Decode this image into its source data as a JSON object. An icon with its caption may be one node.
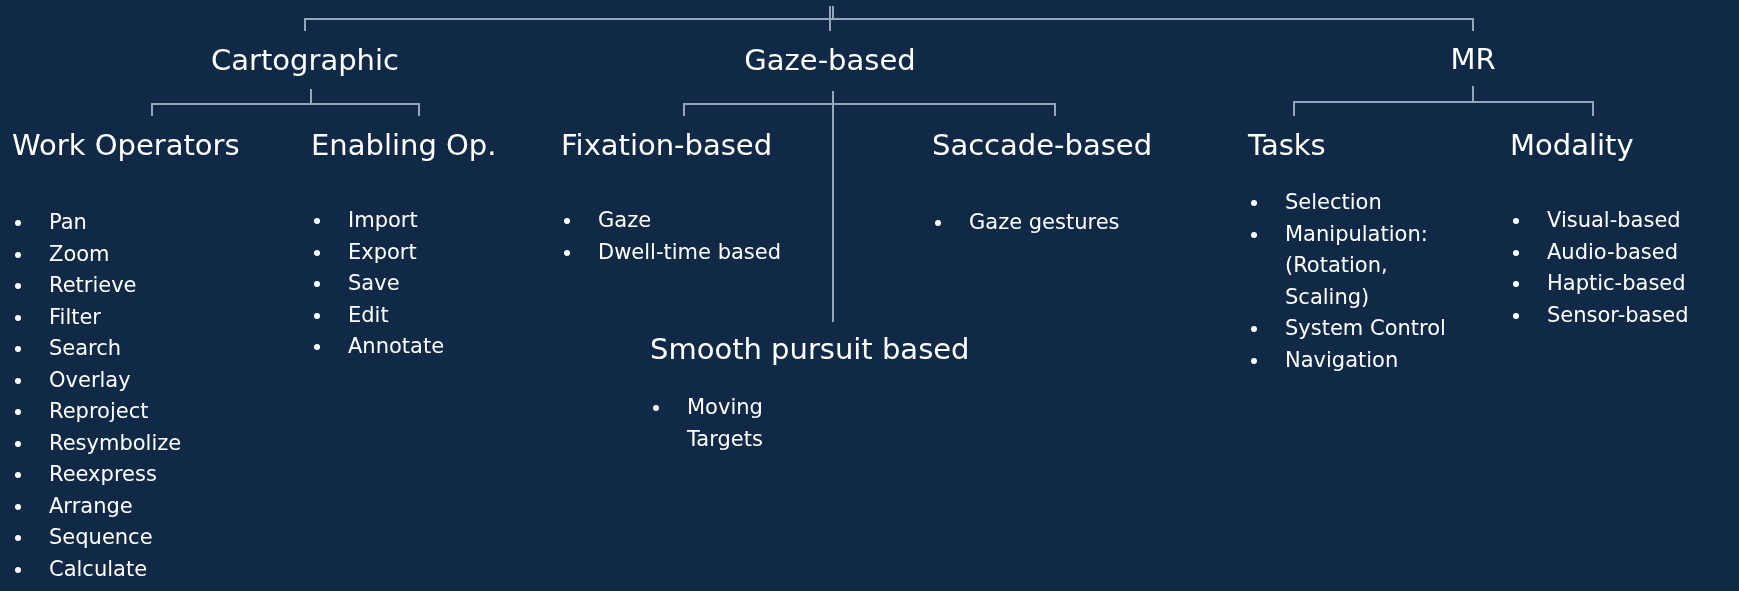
{
  "diagram": {
    "nodes": [
      {
        "text": [
          "Cartographic"
        ]
      },
      {
        "text": [
          "Gaze-based"
        ]
      },
      {
        "text": [
          "MR"
        ]
      },
      {
        "text": [
          "Work Operators",
          "Pan",
          "Zoom",
          "Retrieve",
          "Filter",
          "Search",
          "Overlay",
          "Reproject",
          "Resymbolize",
          "Reexpress",
          "Arrange",
          "Sequence",
          "Calculate"
        ]
      },
      {
        "text": [
          "Enabling Op.",
          "Import",
          "Export",
          "Save",
          "Edit",
          "Annotate"
        ]
      },
      {
        "text": [
          "Fixation-based",
          "Gaze",
          "Dwell-time based"
        ]
      },
      {
        "text": [
          "Saccade-based",
          "Gaze gestures"
        ]
      },
      {
        "text": [
          "Smooth pursuit based",
          "Moving Targets"
        ]
      },
      {
        "text": [
          "Tasks",
          "Selection",
          "Manipulation: (Rotation, Scaling)",
          "System Control",
          "Navigation"
        ]
      },
      {
        "text": [
          "Modality",
          "Visual-based",
          "Audio-based",
          "Haptic-based",
          "Sensor-based"
        ]
      }
    ],
    "edges": [
      {
        "from": null,
        "to": 0,
        "arrow": "none"
      },
      {
        "from": null,
        "to": 1,
        "arrow": "none"
      },
      {
        "from": null,
        "to": 2,
        "arrow": "none"
      },
      {
        "from": 0,
        "to": 3,
        "arrow": "none"
      },
      {
        "from": 0,
        "to": 4,
        "arrow": "none"
      },
      {
        "from": 1,
        "to": 5,
        "arrow": "none"
      },
      {
        "from": 1,
        "to": 6,
        "arrow": "none"
      },
      {
        "from": 1,
        "to": 7,
        "arrow": "none"
      },
      {
        "from": 2,
        "to": 8,
        "arrow": "none"
      },
      {
        "from": 2,
        "to": 9,
        "arrow": "none"
      }
    ]
  }
}
